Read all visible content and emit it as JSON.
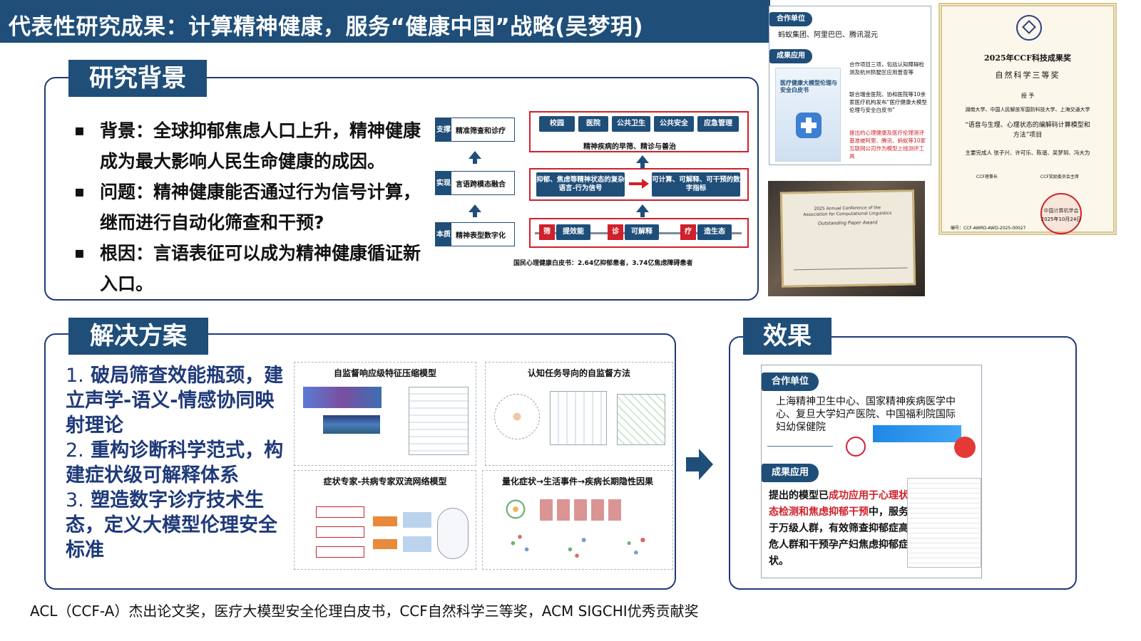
{
  "title": "代表性研究成果：计算精神健康，服务“健康中国”战略(吴梦玥)",
  "research_background": {
    "heading": "研究背景",
    "bullets": [
      "背景：全球抑郁焦虑人口上升，精神健康成为最大影响人民生命健康的成因。",
      "问题：精神健康能否通过行为信号计算，继而进行自动化筛查和干预?",
      "根因：言语表征可以成为精神健康循证新入口。"
    ],
    "diagram": {
      "left_stack": [
        {
          "label": "支撑",
          "text": "精准筛查和诊疗"
        },
        {
          "label": "实现",
          "text": "言语跨模态融合"
        },
        {
          "label": "本质",
          "text": "精神表型数字化"
        }
      ],
      "top_chips": [
        "校园",
        "医院",
        "公共卫生",
        "公共安全",
        "应急管理"
      ],
      "top_caption": "精神疾病的早筛、精诊与善治",
      "mid_left": "抑郁、焦虑等精神状态的复杂语言-行为信号",
      "mid_right": "可计算、可解释、可干预的数字指标",
      "bottom": [
        {
          "tag": "筛",
          "text": "提效能"
        },
        {
          "tag": "诊",
          "text": "可解释"
        },
        {
          "tag": "疗",
          "text": "造生态"
        }
      ],
      "footnote": "国民心理健康白皮书：2.64亿抑郁患者，3.74亿焦虑障碍患者"
    }
  },
  "top_right_card": {
    "partner_label": "合作单位",
    "partners": "蚂蚁集团、阿里巴巴、腾讯混元",
    "application_label": "成果应用",
    "whitepaper_title": "医疗健康大模型伦理与安全白皮书",
    "application_points": [
      "合作项目三项，包括认知障碍检测及杭州拱墅区应用普查等",
      "联合瑞金医院、协和医院等10余家医疗机构发布“医疗健康大模型伦理与安全白皮书”",
      "提出的心理健康及医疗伦理测评基准被阿里、腾讯、蚂蚁等10家互联网公司作为模型上线测评工具"
    ]
  },
  "award_photo": {
    "line1": "2025 Annual Conference of the",
    "line2": "Association for Computational Linguistics",
    "line3": "Outstanding Paper Award"
  },
  "certificate": {
    "header": "2025年CCF科技成果奖",
    "grade": "自然科学三等奖",
    "granted": "授 予",
    "institutions": "湖南大学、中国人民解放军国防科技大学、上海交通大学",
    "project": "“语音与生理、心理状态的编解码计算模型和方法”项目",
    "people": "主要完成人 张子兴、许可乐、陈谐、吴梦玥、冯大为",
    "sign_left": "CCF理事长",
    "sign_right": "CCF奖励委员会主席",
    "seal": "中国计算机学会",
    "date": "2025年10月24日",
    "serial": "编号：CCF-AWRD-AWD-2025-00027"
  },
  "solution": {
    "heading": "解决方案",
    "items": [
      {
        "num": "1.",
        "text": "破局筛查效能瓶颈，建立声学-语义-情感协同映射理论"
      },
      {
        "num": "2.",
        "text": "重构诊断科学范式，构建症状级可解释体系"
      },
      {
        "num": "3.",
        "text": "塑造数字诊疗技术生态，定义大模型伦理安全标准"
      }
    ],
    "panels": [
      "自监督响应级特征压缩模型",
      "认知任务导向的自监督方法",
      "症状专家-共病专家双流网络模型",
      "量化症状→生活事件→疾病长期隐性因果"
    ]
  },
  "effect": {
    "heading": "效果",
    "partner_label": "合作单位",
    "partners": "上海精神卫生中心、国家精神疾病医学中心、复旦大学妇产医院、中国福利院国际妇幼保健院",
    "application_label": "成果应用",
    "application_pre": "提出的模型已",
    "application_highlight": "成功应用于心理状态检测和焦虑抑郁干预",
    "application_post": "中，服务于万级人群，有效筛查抑郁症高危人群和干预孕产妇焦虑抑郁症状。"
  },
  "footer": "ACL（CCF-A）杰出论文奖，医疗大模型安全伦理白皮书，CCF自然科学三等奖，ACM SIGCHI优秀贡献奖",
  "colors": {
    "navy": "#1f4e79",
    "red": "#d0202a",
    "frame": "#1f3a7a"
  }
}
